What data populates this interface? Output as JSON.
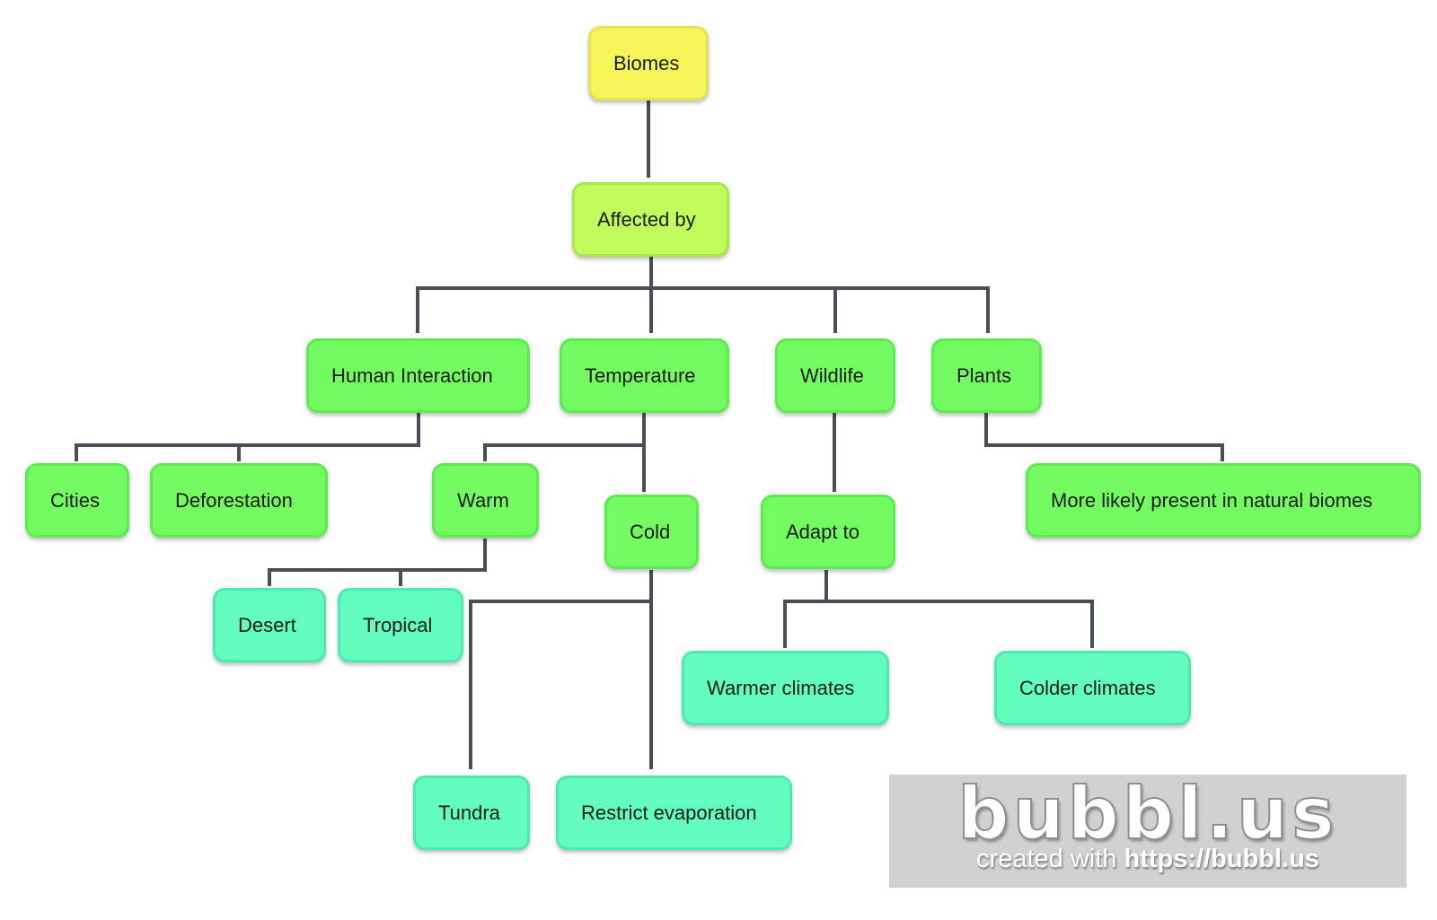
{
  "nodes": {
    "biomes": "Biomes",
    "affected_by": "Affected by",
    "human_interaction": "Human Interaction",
    "temperature": "Temperature",
    "wildlife": "Wildlife",
    "plants": "Plants",
    "cities": "Cities",
    "deforestation": "Deforestation",
    "warm": "Warm",
    "cold": "Cold",
    "adapt_to": "Adapt to",
    "more_likely": "More likely present in natural biomes",
    "desert": "Desert",
    "tropical": "Tropical",
    "warmer_climates": "Warmer climates",
    "colder_climates": "Colder climates",
    "tundra": "Tundra",
    "restrict_evaporation": "Restrict evaporation"
  },
  "watermark": {
    "logo": "bubbl.us",
    "caption": "created with",
    "url": "https://bubbl.us"
  },
  "colors": {
    "root": "#f5f55a",
    "level1": "#c2fc5c",
    "level2": "#74fb61",
    "leaf": "#64fdc0",
    "connector": "#4a4f57"
  }
}
